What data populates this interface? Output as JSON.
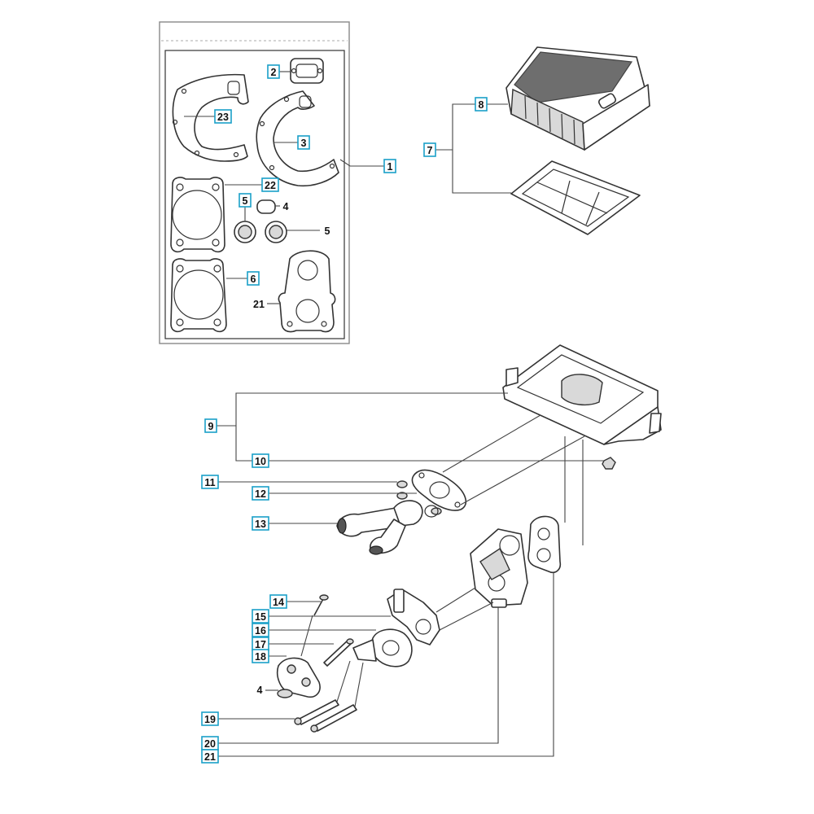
{
  "colors": {
    "callout_border": "#1aa0c8",
    "line": "#333333",
    "kit_bag": "#888888"
  },
  "callouts": {
    "c1": "1",
    "c2": "2",
    "c3": "3",
    "c4a": "4",
    "c5a": "5",
    "c5b": "5",
    "c6": "6",
    "c7": "7",
    "c8": "8",
    "c9": "9",
    "c10": "10",
    "c11": "11",
    "c12": "12",
    "c13": "13",
    "c14": "14",
    "c15": "15",
    "c16": "16",
    "c17": "17",
    "c18": "18",
    "c4b": "4",
    "c19": "19",
    "c20": "20",
    "c21a": "21",
    "c21b": "21",
    "c22": "22",
    "c23": "23"
  },
  "parts": [
    "gasket-kit-bag",
    "muffler-gasket",
    "cylinder-gasket",
    "o-ring",
    "oil-seal",
    "air-filter-assembly",
    "air-filter-element",
    "pre-filter",
    "air-filter-housing",
    "nut",
    "washer",
    "intake-flange",
    "intake-hose",
    "screw",
    "carburettor-bracket",
    "intake-manifold",
    "bolt",
    "clamp",
    "carburettor",
    "base-gasket"
  ]
}
